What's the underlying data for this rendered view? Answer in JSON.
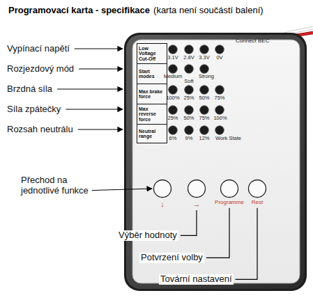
{
  "diagram": {
    "nodes": [
      {
        "text": [
          "Connect BEC"
        ]
      },
      {
        "text": [
          "Low Voltage Cut-Off"
        ],
        "in": 0
      },
      {
        "text": [
          "Start modes"
        ],
        "in": 0
      },
      {
        "text": [
          "Max brake force"
        ],
        "in": 0
      },
      {
        "text": [
          "Max reverse force"
        ],
        "in": 0
      },
      {
        "text": [
          "Neutral range"
        ],
        "in": 0
      },
      {
        "text": [
          "↓"
        ],
        "in": 0
      },
      {
        "text": [
          "→"
        ],
        "in": 0
      },
      {
        "text": [
          "Programme"
        ],
        "in": 0
      },
      {
        "text": [
          "Rest"
        ],
        "in": 0
      }
    ],
    "labels": [
      "Programovací karta - specifikace",
      "(karta není součástí balení)",
      "Vypínací napětí",
      "Rozjezdový mód",
      "Brzdná síla",
      "Síla zpátečky",
      "Rozsah neutrálu",
      "Přechod na jednotlivé funkce",
      "Výběr hodnoty",
      "Potvrzení volby",
      "Tovární nastavení",
      "3.1V",
      "2.8V",
      "3.3V",
      "0V",
      "Medium",
      "Soft",
      "Strong",
      "100%",
      "25%",
      "50%",
      "75%",
      "25%",
      "50%",
      "75%",
      "100%",
      "6%",
      "9%",
      "12%",
      "Work State"
    ]
  }
}
